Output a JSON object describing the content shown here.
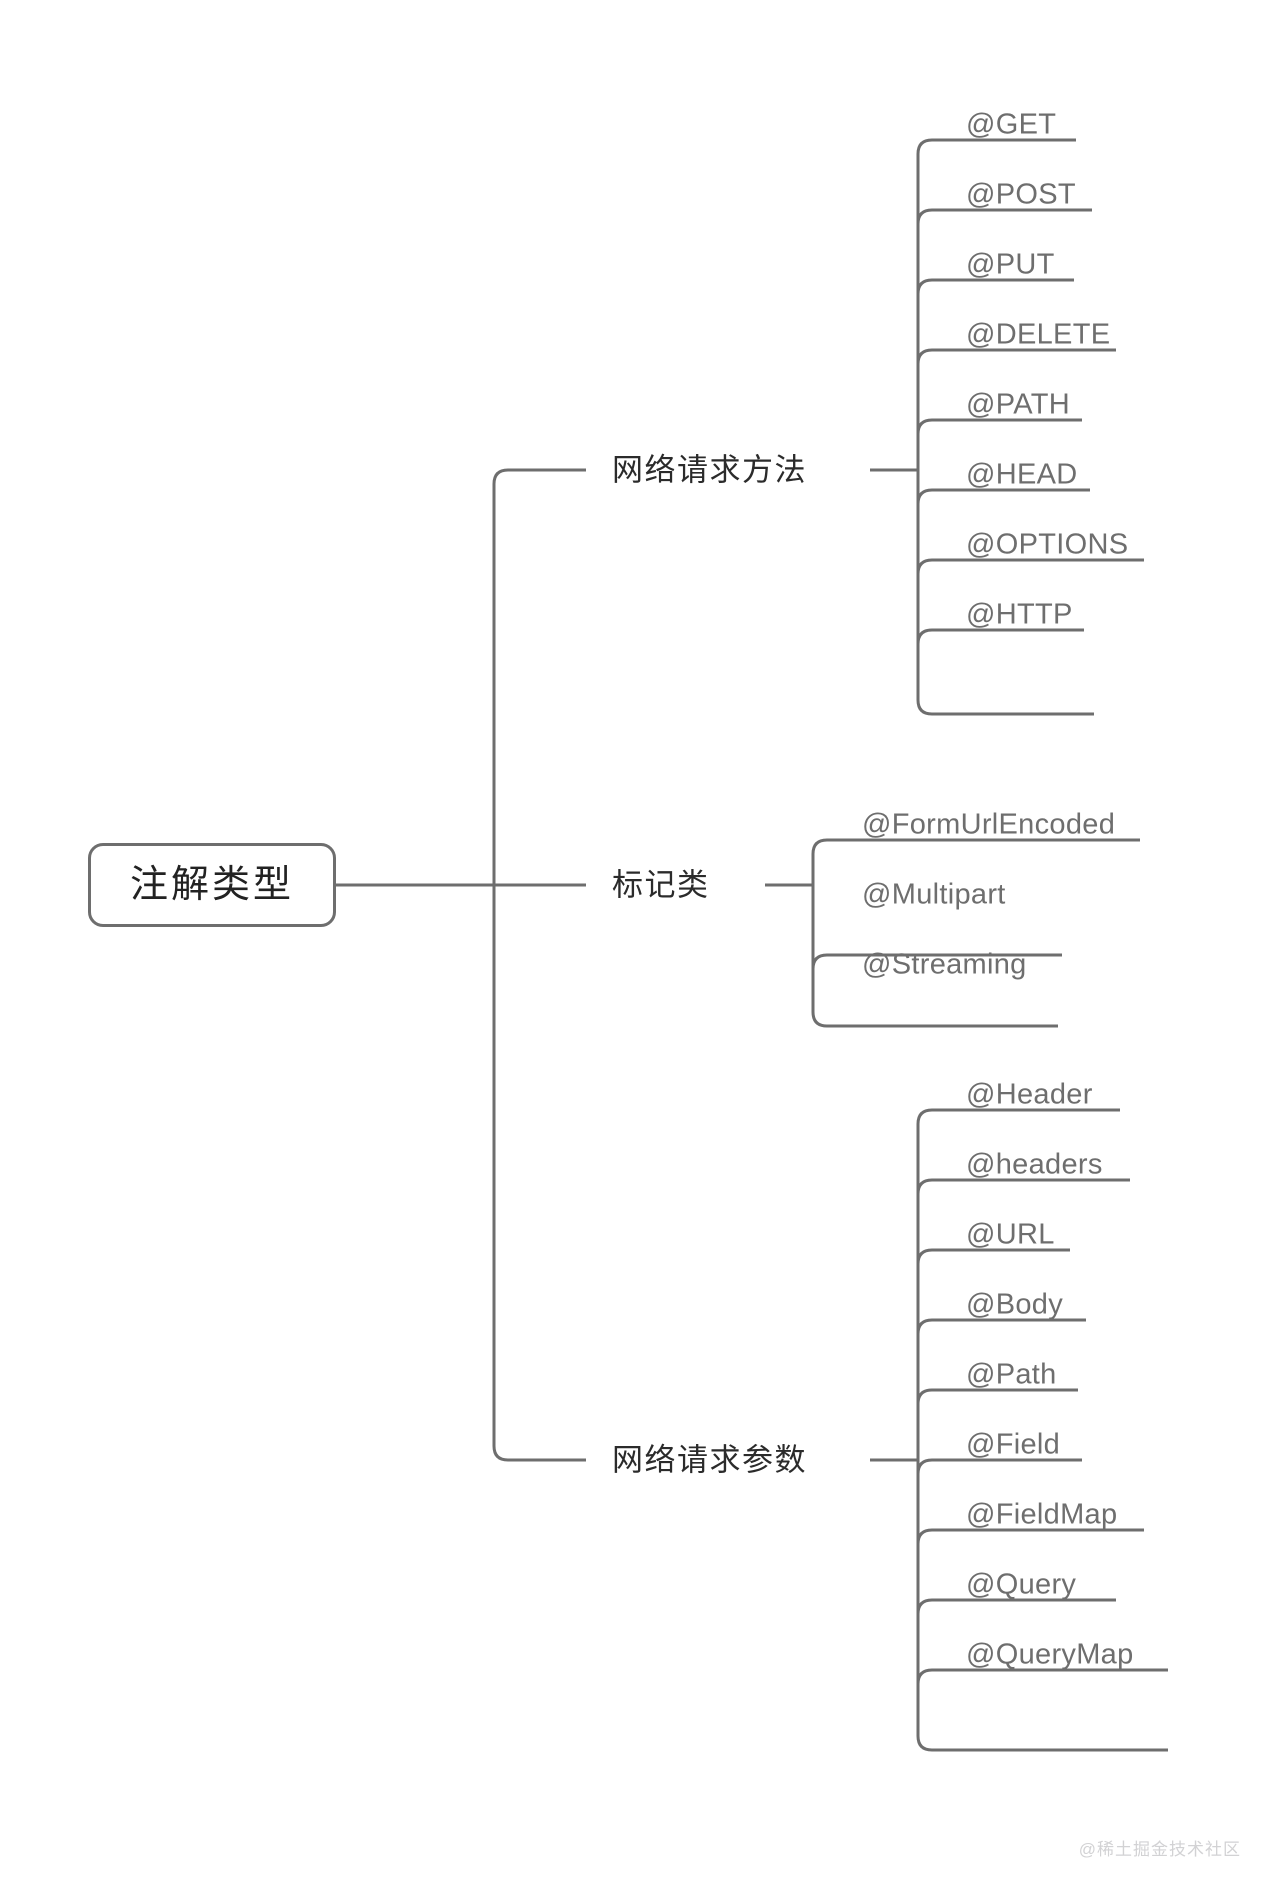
{
  "diagram": {
    "type": "mindmap",
    "root": {
      "label": "注解类型"
    },
    "branches": [
      {
        "label": "网络请求方法",
        "children": [
          {
            "label": "@GET"
          },
          {
            "label": "@POST"
          },
          {
            "label": "@PUT"
          },
          {
            "label": "@DELETE"
          },
          {
            "label": "@PATH"
          },
          {
            "label": "@HEAD"
          },
          {
            "label": "@OPTIONS"
          },
          {
            "label": "@HTTP"
          }
        ]
      },
      {
        "label": "标记类",
        "children": [
          {
            "label": "@FormUrlEncoded"
          },
          {
            "label": "@Multipart"
          },
          {
            "label": "@Streaming"
          }
        ]
      },
      {
        "label": "网络请求参数",
        "children": [
          {
            "label": "@Header"
          },
          {
            "label": "@headers"
          },
          {
            "label": "@URL"
          },
          {
            "label": "@Body"
          },
          {
            "label": "@Path"
          },
          {
            "label": "@Field"
          },
          {
            "label": "@FieldMap"
          },
          {
            "label": "@Query"
          },
          {
            "label": "@QueryMap"
          }
        ]
      }
    ]
  },
  "watermark": {
    "text": "@稀土掘金技术社区"
  },
  "colors": {
    "line": "#6e6e6e",
    "root_text": "#222222",
    "branch_text": "#2b2b2b",
    "leaf_text": "#6e6e6e",
    "background": "#ffffff",
    "watermark_text": "#d2d2d4"
  }
}
